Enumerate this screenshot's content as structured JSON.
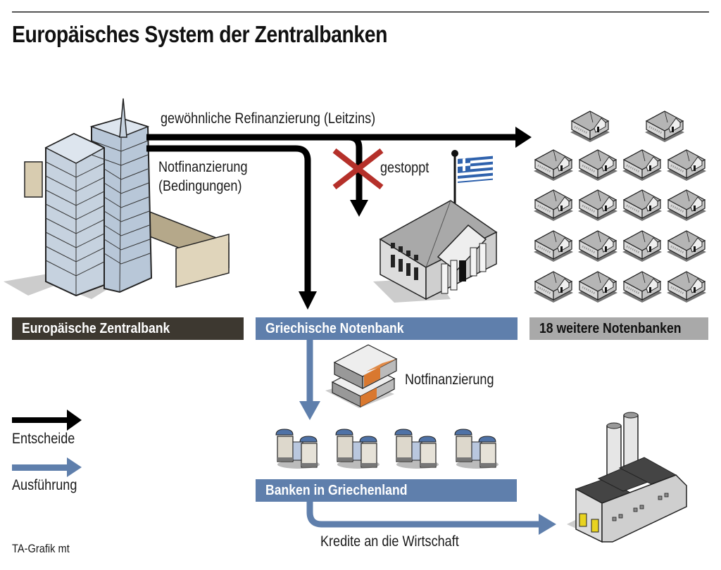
{
  "title": "Europäisches System der Zentralbanken",
  "colors": {
    "decision_arrow": "#000000",
    "execution_arrow": "#5f7fac",
    "stopped_cross": "#b5302a",
    "ecb_box": "#3d3830",
    "greek_box": "#5f7fac",
    "others_box": "#a9a9a9"
  },
  "flows": {
    "regular_refinancing": "gewöhnliche Refinanzierung (Leitzins)",
    "emergency_financing_line1": "Notfinanzierung",
    "emergency_financing_line2": "(Bedingungen)",
    "stopped": "gestoppt",
    "emergency_money": "Notfinanzierung",
    "credit_to_economy": "Kredite an die Wirtschaft"
  },
  "nodes": {
    "ecb": "Europäische Zentralbank",
    "greek_central_bank": "Griechische Notenbank",
    "other_central_banks": "18 weitere Notenbanken",
    "greek_banks": "Banken in Griechenland"
  },
  "other_central_banks_count": 18,
  "greek_banks_icon_count": 4,
  "legend": {
    "decision": "Entscheide",
    "execution": "Ausführung"
  },
  "icons": {
    "ecb": "ecb-tower-icon",
    "greek_bank": "greek-central-bank-building-icon",
    "flag": "greek-flag-icon",
    "other_banks": "central-bank-building-icon",
    "money": "euro-banknote-bundle-icon",
    "commercial_bank": "commercial-bank-icon",
    "factory": "factory-icon",
    "stopped": "cross-icon"
  },
  "credit": "TA-Grafik mt"
}
